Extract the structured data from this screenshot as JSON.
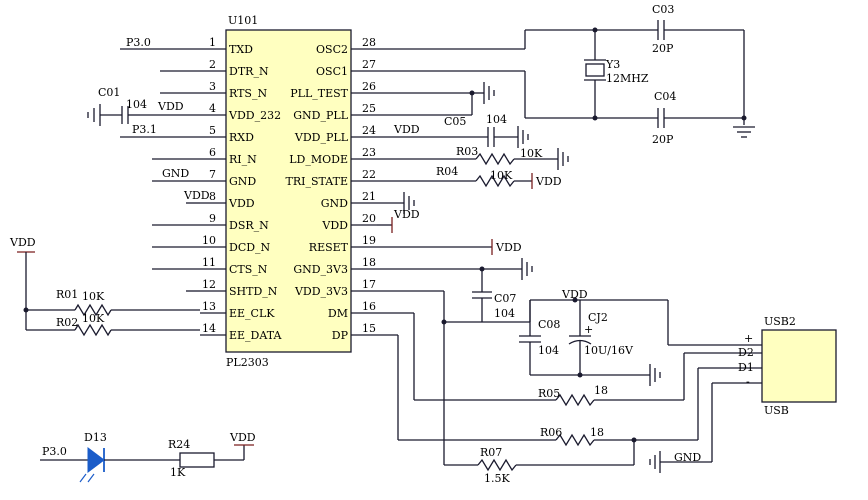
{
  "ic": {
    "ref": "U101",
    "part": "PL2303",
    "left_pins": [
      {
        "num": "1",
        "name": "TXD"
      },
      {
        "num": "2",
        "name": "DTR_N"
      },
      {
        "num": "3",
        "name": "RTS_N"
      },
      {
        "num": "4",
        "name": "VDD_232"
      },
      {
        "num": "5",
        "name": "RXD"
      },
      {
        "num": "6",
        "name": "RI_N"
      },
      {
        "num": "7",
        "name": "GND"
      },
      {
        "num": "8",
        "name": "VDD"
      },
      {
        "num": "9",
        "name": "DSR_N"
      },
      {
        "num": "10",
        "name": "DCD_N"
      },
      {
        "num": "11",
        "name": "CTS_N"
      },
      {
        "num": "12",
        "name": "SHTD_N"
      },
      {
        "num": "13",
        "name": "EE_CLK"
      },
      {
        "num": "14",
        "name": "EE_DATA"
      }
    ],
    "right_pins": [
      {
        "num": "28",
        "name": "OSC2"
      },
      {
        "num": "27",
        "name": "OSC1"
      },
      {
        "num": "26",
        "name": "PLL_TEST"
      },
      {
        "num": "25",
        "name": "GND_PLL"
      },
      {
        "num": "24",
        "name": "VDD_PLL"
      },
      {
        "num": "23",
        "name": "LD_MODE"
      },
      {
        "num": "22",
        "name": "TRI_STATE"
      },
      {
        "num": "21",
        "name": "GND"
      },
      {
        "num": "20",
        "name": "VDD"
      },
      {
        "num": "19",
        "name": "RESET"
      },
      {
        "num": "18",
        "name": "GND_3V3"
      },
      {
        "num": "17",
        "name": "VDD_3V3"
      },
      {
        "num": "16",
        "name": "DM"
      },
      {
        "num": "15",
        "name": "DP"
      }
    ]
  },
  "nets": {
    "p30_a": "P3.0",
    "p31": "P3.1",
    "p30_b": "P3.0",
    "vdd_c01": "VDD",
    "gnd_pin7": "GND",
    "vdd_pin8": "VDD",
    "vdd_pin24": "VDD",
    "vdd_r04": "VDD",
    "vdd_pin20": "VDD",
    "vdd_pin19": "VDD",
    "vdd_left": "VDD",
    "vdd_cj2": "VDD",
    "vdd_r24": "VDD",
    "gnd_usb": "GND"
  },
  "components": {
    "c01": {
      "ref": "C01",
      "value": "104"
    },
    "c03": {
      "ref": "C03",
      "value": "20P"
    },
    "c04": {
      "ref": "C04",
      "value": "20P"
    },
    "y3": {
      "ref": "Y3",
      "value": "12MHZ"
    },
    "c05": {
      "ref": "C05",
      "value": "104"
    },
    "r03": {
      "ref": "R03",
      "value": "10K"
    },
    "r04": {
      "ref": "R04",
      "value": "10K"
    },
    "c07": {
      "ref": "C07",
      "value": "104"
    },
    "c08": {
      "ref": "C08",
      "value": "104"
    },
    "cj2": {
      "ref": "CJ2",
      "value": "10U/16V"
    },
    "r01": {
      "ref": "R01",
      "value": "10K"
    },
    "r02": {
      "ref": "R02",
      "value": "10K"
    },
    "r05": {
      "ref": "R05",
      "value": "18"
    },
    "r06": {
      "ref": "R06",
      "value": "18"
    },
    "r07": {
      "ref": "R07",
      "value": "1.5K"
    },
    "d13": {
      "ref": "D13"
    },
    "r24": {
      "ref": "R24",
      "value": "1K"
    }
  },
  "usb": {
    "ref": "USB2",
    "label": "USB",
    "pins": [
      "+",
      "D2",
      "D1",
      "-"
    ]
  }
}
